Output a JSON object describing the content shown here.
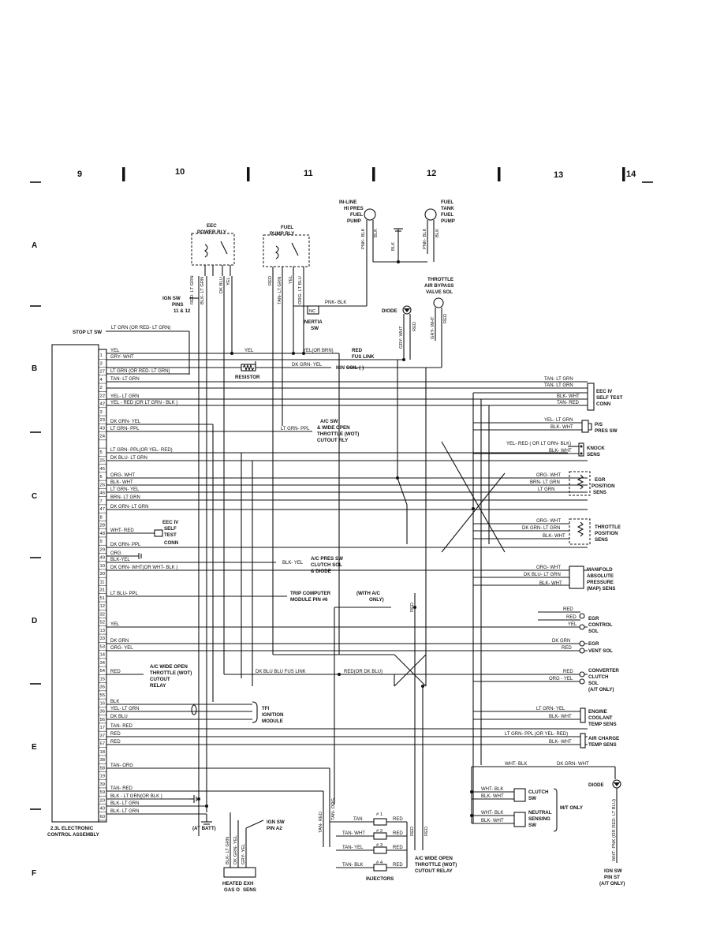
{
  "grid": {
    "columns": [
      "9",
      "10",
      "11",
      "12",
      "13",
      "14"
    ],
    "rows": [
      "A",
      "B",
      "C",
      "D",
      "E",
      "F"
    ]
  },
  "components": {
    "eec_power_relay": [
      "EEC",
      "POWER RLY"
    ],
    "fuel_pump_relay": [
      "FUEL",
      "PUMP RLY"
    ],
    "inline_pump": [
      "IN-LINE",
      "HI PRES",
      "FUEL",
      "PUMP"
    ],
    "tank_pump": [
      "FUEL",
      "TANK",
      "FUEL",
      "PUMP"
    ],
    "throttle_bypass": [
      "THROTTLE",
      "AIR BYPASS",
      "VALVE SOL"
    ],
    "ign_sw_pins": [
      "IGN SW",
      "PINS",
      "11 & 12"
    ],
    "inertia_sw": [
      "INERTIA",
      "SW"
    ],
    "inertia_nc": "NC",
    "diode": "DIODE",
    "stop_lt_sw": "STOP LT SW",
    "resistor": "RESISTOR",
    "ign_coil": "IGN COIL (-)",
    "red_fus_link": [
      "RED",
      "FUS LINK"
    ],
    "eec_self_test": [
      "EEC IV",
      "SELF TEST",
      "CONN"
    ],
    "ac_wot_cutout": [
      "A/C SW",
      "& WIDE OPEN",
      "THROTTLE (WOT)",
      "CUTOUT RLY"
    ],
    "ps_pres_sw": [
      "P/S",
      "PRES SW"
    ],
    "knock_sens": [
      "KNOCK",
      "SENS"
    ],
    "egr_position": [
      "EGR",
      "POSITION",
      "SENS"
    ],
    "throttle_position": [
      "THROTTLE",
      "POSITION",
      "SENS"
    ],
    "eec_self_test_48": [
      "EEC IV",
      "SELF",
      "TEST",
      "CONN"
    ],
    "ac_pres_clutch": [
      "A/C PRES SW",
      "CLUTCH SOL",
      "& DIODE"
    ],
    "map_sens": [
      "MANIFOLD",
      "ABSOLUTE",
      "PRESSURE",
      "(MAP) SENS"
    ],
    "trip_computer": [
      "TRIP COMPUTER",
      "MODULE PIN #6"
    ],
    "with_ac_only": [
      "(WITH A/C",
      "ONLY)"
    ],
    "egr_control": [
      "EGR",
      "CONTROL",
      "SOL"
    ],
    "egr_vent": [
      "EGR",
      "VENT SOL"
    ],
    "ac_wot_relay_left": [
      "A/C WIDE OPEN",
      "THROTTLE (WOT)",
      "CUTOUT",
      "RELAY"
    ],
    "converter_clutch": [
      "CONVERTER",
      "CLUTCH",
      "SOL",
      "(A/T ONLY)"
    ],
    "dk_blu_fus_link": "DK BLU   BLU FUS LINK",
    "red_or_dk_blu": "RED(OR DK BLU)",
    "tfi_module": [
      "TFI",
      "IGNITION",
      "MODULE"
    ],
    "engine_coolant": [
      "ENGINE",
      "COOLANT",
      "TEMP SENS"
    ],
    "air_charge": [
      "AIR CHARGE",
      "TEMP SENS"
    ],
    "diode_right": "DIODE",
    "clutch_sw": [
      "CLUTCH",
      "SW"
    ],
    "neutral_sw": [
      "NEUTRAL",
      "SENSING",
      "SW"
    ],
    "mt_only": "M/T ONLY",
    "ecu_assembly": [
      "2.3L ELECTRONIC",
      "CONTROL ASSEMBLY"
    ],
    "at_batt": "(AT BATT)",
    "ign_sw_a2": [
      "IGN SW",
      "PIN A2"
    ],
    "heated_exh": [
      "HEATED EXH",
      "GAS O",
      "SENS"
    ],
    "injectors": "INJECTORS",
    "injector_nums": [
      "# 1",
      "# 2",
      "# 3",
      "# 4"
    ],
    "ac_wot_relay_bottom": [
      "A/C WIDE OPEN",
      "THROTTLE (WOT)",
      "CUTOUT RELAY"
    ],
    "ign_sw_st": [
      "IGN SW",
      "PIN ST",
      "(A/T ONLY)"
    ]
  },
  "wires": {
    "stop_lt": "LT GRN (OR RED- LT GRN)",
    "yel": "YEL",
    "yel_or_brn": "YEL(OR BRN)",
    "gry_wht": "GRY- WHT",
    "dk_grn_yel": "DK GRN- YEL",
    "lt_grn_or": "LT GRN (OR RED- LT GRN)",
    "tan_lt_grn": "TAN- LT GRN",
    "yel_lt_grn": "YEL- LT GRN",
    "yel_red": "YEL - RED (OR LT GRN - BLK )",
    "dk_grn_yel_43": "DK GRN- YEL",
    "lt_grn_ppl": "LT GRN- PPL",
    "lt_grn_ppl_mid": "LT GRN- PPL",
    "lt_grn_ppl_or": "LT GRN- PPL(OR YEL- RED)",
    "dk_blu_lt_grn": "DK BLU- LT GRN",
    "org_wht": "ORG- WHT",
    "blk_wht": "BLK- WHT",
    "lt_grn_yel": "LT GRN- YEL",
    "brn_lt_grn": "BRN- LT GRN",
    "dk_grn_lt_grn": "DK GRN- LT GRN",
    "wht_red": "WHT- RED",
    "dk_grn_ppl": "DK GRN- PPL",
    "org": "ORG",
    "blk_yel": "BLK-YEL",
    "dk_grn_wht": "DK GRN- WHT(OR WHT- BLK )",
    "blk_yel_mid": "BLK- YEL",
    "lt_blu_ppl": "LT BLU- PPL",
    "yel_51": "YEL",
    "dk_grn": "DK GRN",
    "org_yel": "ORG- YEL",
    "red_54": "RED",
    "blk_16": "BLK",
    "yel_lt_grn_36": "YEL- LT GRN",
    "dk_blu_56": "DK BLU",
    "tan_red": "TAN- RED",
    "red_37": "RED",
    "red_57": "RED",
    "tan_org": "TAN- ORG",
    "tan_red_59": "TAN- RED",
    "blk_lt_grn_or": "BLK - LT GRN(OR BLK )",
    "blk_lt_grn": "BLK- LT GRN",
    "blk_lt_grn_60": "BLK- LT GRN",
    "pnk_blk": "PNK- BLK",
    "tan": "TAN",
    "tan_wht": "TAN- WHT",
    "tan_yel": "TAN- YEL",
    "tan_blk": "TAN- BLK",
    "red_inj": "RED",
    "tan_r1": "TAN- LT GRN",
    "tan_r2": "TAN- LT GRN",
    "blk_wht_r": "BLK- WHT",
    "tan_red_r": "TAN- RED",
    "yel_lt_grn_r": "YEL- LT GRN",
    "blk_wht_ps": "BLK- WHT",
    "yel_red_r": "YEL- RED ( OR LT GRN- BLK)",
    "blk_wht_k": "BLK- WHT",
    "org_wht_e": "ORG- WHT",
    "brn_lt_grn_e": "BRN- LT GRN",
    "lt_grn_e": "LT GRN",
    "org_wht_t": "ORG- WHT",
    "dk_grn_lt_grn_t": "DK GRN- LT GRN",
    "blk_wht_t": "BLK- WHT",
    "org_wht_m": "ORG- WHT",
    "dk_blu_lt_grn_m": "DK BLU- LT GRN",
    "blk_wht_m": "BLK- WHT",
    "red_ec1": "RED",
    "red_ec2": "RED",
    "yel_ec": "YEL",
    "dk_grn_ev": "DK GRN",
    "red_ev": "RED",
    "red_cc": "RED",
    "org_yel_cc": "ORG - YEL",
    "lt_grn_yel_ec": "LT GRN- YEL",
    "blk_wht_ec": "BLK- WHT",
    "lt_grn_ppl_ac": "LT GRN- PPL (OR YEL- RED)",
    "blk_wht_ac": "BLK- WHT",
    "wht_blk_top": "WHT- BLK",
    "dk_grn_wht_top": "DK GRN- WHT",
    "wht_blk_c": "WHT- BLK",
    "blk_wht_c": "BLK- WHT",
    "wht_blk_n": "WHT- BLK",
    "blk_wht_n": "BLK- WHT",
    "wht_pnk": "WHT- PNK (OR RED- LT BLU)",
    "v_red_lt_grn": "RED- LT GRN",
    "v_blk_lt_grn": "BLK- LT GRN",
    "v_dk_blu": "DK BLU",
    "v_yel": "YEL",
    "v_red": "RED",
    "v_tan_lt_grn": "TAN- LT GRN",
    "v_yel2": "YEL",
    "v_org_lt_blu": "ORG- LT BLU",
    "v_pnk_blk": "PNK- BLK",
    "v_blk": "BLK",
    "v_blk2": "BLK",
    "v_pnk_blk2": "PNK- BLK",
    "v_blk3": "BLK",
    "v_gry_wht": "GRY- WHT",
    "v_red2": "RED",
    "v_gry_wht2": "GRY- WHT",
    "v_red3": "RED",
    "v_red4": "RED",
    "v_blk_lt_grn_h": "BLK- LT GRN",
    "v_dk_grn_yel_h": "DK GRN- YEL",
    "v_gry_yel_h": "GRY- YEL",
    "v_tan_red": "TAN- RED",
    "v_tan_org": "TAN- ORG",
    "v_red5": "RED",
    "v_red6": "RED"
  },
  "ecu_pins": [
    "1",
    "3",
    "27",
    "4",
    "2",
    "22",
    "42",
    "3",
    "23",
    "43",
    "24",
    "",
    "5",
    "25",
    "45",
    "6",
    "26",
    "46",
    "7",
    "47",
    "8",
    "28",
    "48",
    "9",
    "29",
    "49",
    "10",
    "30",
    "11",
    "31",
    "51",
    "12",
    "32",
    "52",
    "13",
    "33",
    "53",
    "14",
    "34",
    "54",
    "15",
    "35",
    "55",
    "16",
    "36",
    "56",
    "17",
    "37",
    "57",
    "18",
    "38",
    "58",
    "19",
    "39",
    "59",
    "20",
    "40",
    "60"
  ]
}
